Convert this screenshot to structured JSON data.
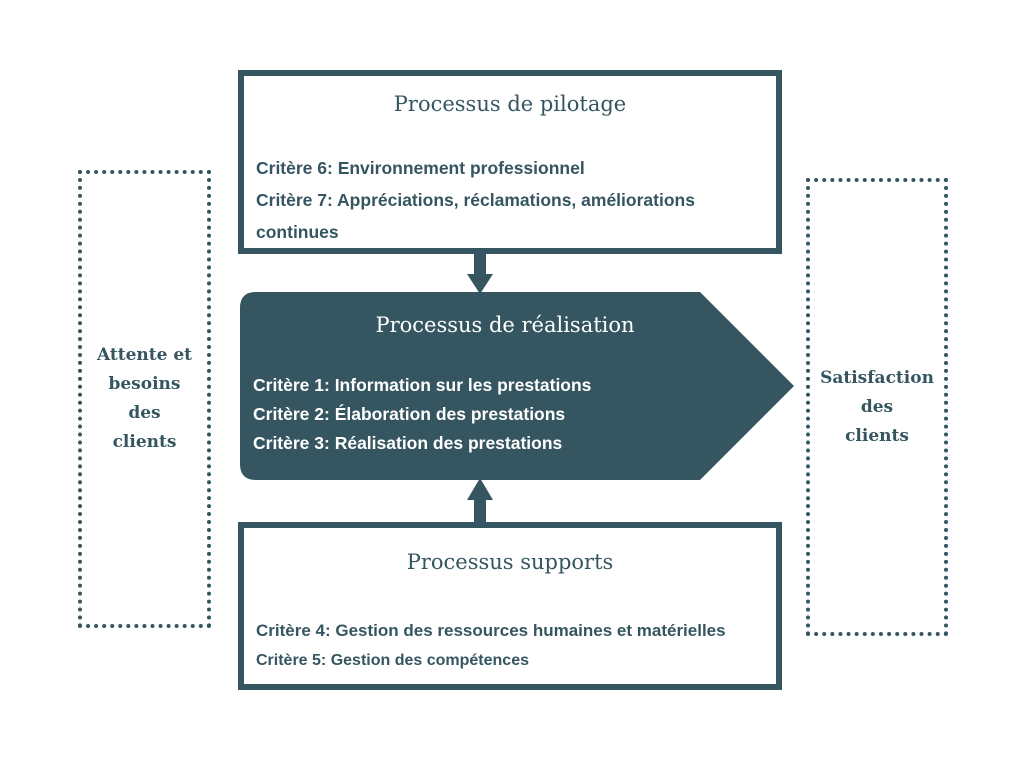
{
  "left_box": {
    "lines": [
      "Attente et",
      "besoins",
      "des",
      "clients"
    ]
  },
  "right_box": {
    "lines": [
      "Satisfaction",
      "des",
      "clients"
    ]
  },
  "pilotage": {
    "title": "Processus de pilotage",
    "criteria": [
      "Critère 6: Environnement professionnel",
      "Critère 7: Appréciations, réclamations, améliorations",
      "continues"
    ]
  },
  "realisation": {
    "title": "Processus de réalisation",
    "criteria": [
      "Critère 1: Information sur les prestations",
      "Critère 2: Élaboration des prestations",
      "Critère 3: Réalisation des prestations"
    ]
  },
  "supports": {
    "title": "Processus supports",
    "criteria": [
      "Critère 4: Gestion des ressources humaines et matérielles",
      "Critère 5: Gestion des compétences"
    ]
  },
  "colors": {
    "primary": "#355660",
    "background": "#ffffff",
    "text_on_primary": "#ffffff"
  }
}
